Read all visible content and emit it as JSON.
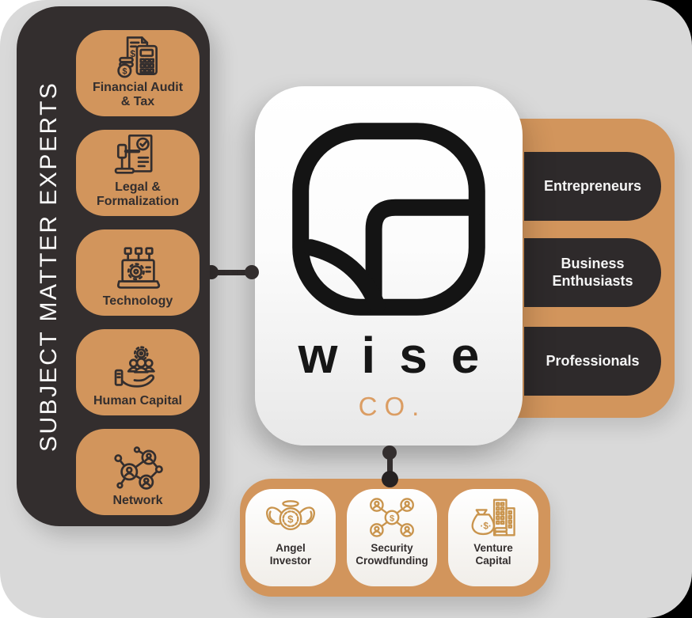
{
  "colors": {
    "background": "#d9d9d9",
    "dark": "#332e2e",
    "orange": "#d2955c",
    "icon_orange": "#c9944d",
    "co_orange": "#db9d63"
  },
  "sidebar": {
    "title": "SUBJECT MATTER EXPERTS",
    "items": [
      {
        "icon": "financial-audit-icon",
        "lines": [
          "Financial Audit",
          "& Tax"
        ]
      },
      {
        "icon": "legal-formalization-icon",
        "lines": [
          "Legal &",
          "Formalization"
        ]
      },
      {
        "icon": "technology-icon",
        "lines": [
          "Technology"
        ]
      },
      {
        "icon": "human-capital-icon",
        "lines": [
          "Human Capital"
        ]
      },
      {
        "icon": "network-icon",
        "lines": [
          "Network"
        ]
      }
    ]
  },
  "brand": {
    "logo": "wise-logo",
    "name": "wise",
    "suffix": "CO."
  },
  "audience": {
    "items": [
      {
        "lines": [
          "Entrepreneurs"
        ]
      },
      {
        "lines": [
          "Business",
          "Enthusiasts"
        ]
      },
      {
        "lines": [
          "Professionals"
        ]
      }
    ]
  },
  "funding": {
    "items": [
      {
        "icon": "angel-investor-icon",
        "lines": [
          "Angel",
          "Investor"
        ]
      },
      {
        "icon": "security-crowdfunding-icon",
        "lines": [
          "Security",
          "Crowdfunding"
        ]
      },
      {
        "icon": "venture-capital-icon",
        "lines": [
          "Venture",
          "Capital"
        ]
      }
    ]
  }
}
